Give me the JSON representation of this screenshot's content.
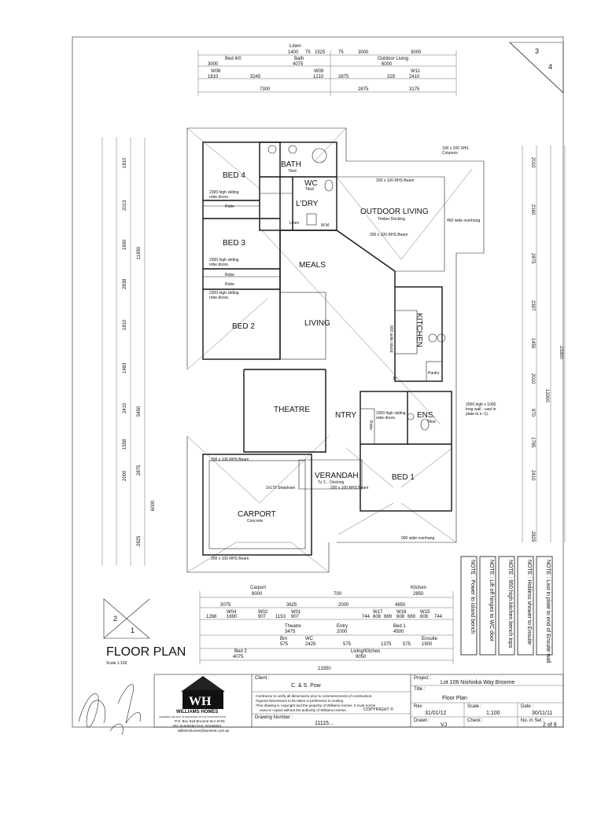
{
  "sheet": {
    "plan_title": "FLOOR PLAN",
    "scale": "Scale 1:100",
    "marker_top": {
      "a": "3",
      "b": "4"
    },
    "marker_left": {
      "a": "2",
      "b": "1"
    }
  },
  "rooms": {
    "bed4": "BED 4",
    "bath": "BATH",
    "bath_sub": "Tiled",
    "wc": "WC",
    "wc_sub": "Tiled",
    "ldry": "L'DRY",
    "linen": "Linen",
    "outdoor_living": "OUTDOOR LIVING",
    "outdoor_sub": "Timber Decking",
    "bed3": "BED 3",
    "meals": "MEALS",
    "bed2": "BED 2",
    "living": "LIVING",
    "kitchen": "KITCHEN",
    "pantry": "Pantry",
    "theatre": "THEATRE",
    "entry": "NTRY",
    "ens": "ENS.",
    "ens_sub": "Tiled",
    "verandah": "VERANDAH",
    "verandah_sub": "Tz 2... Decking",
    "bed1": "BED 1",
    "carport": "CARPORT",
    "carport_sub": "Concrete",
    "robe": "Robe",
    "wm": "W.M",
    "fr": "Fr."
  },
  "annotations": {
    "beam_200": "200 x 100 RHS Beam",
    "columns": "100 x 100 SHS\nColumns",
    "overhang_450": "450 wide overhang",
    "overhang_900": "900 wide overhang",
    "stepdown": "2x170 Stepdown",
    "robe_doors": "2300 high sliding\nrobe doors.",
    "island": "900 wide island",
    "wall_note": "2000 high x 1000\nlong wall - cast in\nplate to e~1)."
  },
  "dimensions": {
    "top_row1": [
      "Linen",
      "1400",
      "75",
      "1525",
      "75",
      "3000",
      "3000"
    ],
    "top_row2": [
      "Bed 4/0",
      "3000",
      "Bath",
      "4075",
      "Outdoor Living",
      "6000"
    ],
    "top_row3": [
      "W08",
      "1810",
      "3245",
      "W09",
      "1210",
      "2875",
      "329",
      "W11",
      "2410"
    ],
    "top_total": [
      "7300",
      "2875",
      "3175"
    ],
    "bottom_row1": [
      "Carport",
      "6000",
      "700",
      "Kitchen",
      "2850"
    ],
    "bottom_row2": [
      "3075",
      "3625",
      "2000",
      "4650"
    ],
    "bottom_row3": [
      "1268",
      "W04",
      "1690",
      "W02",
      "907",
      "1153",
      "W01",
      "907",
      "744",
      "W17",
      "608",
      "669",
      "W16",
      "608",
      "669",
      "W15",
      "608",
      "744"
    ],
    "bottom_row4": [
      "Theatre",
      "3475",
      "Entry",
      "2000",
      "Bed 1",
      "4500"
    ],
    "bottom_row5": [
      "Bm",
      "575",
      "WC",
      "2425",
      "575",
      "1375",
      "575",
      "Ensuite",
      "1900"
    ],
    "bottom_row6": [
      "Bed 2",
      "4075",
      "Living/Kitchen",
      "9050"
    ],
    "bottom_total": "13350",
    "left_side": [
      "1810",
      "2013",
      "1690",
      "2838",
      "1810",
      "1483",
      "2410",
      "1558",
      "2000",
      "2825"
    ],
    "left_totals": [
      "11850",
      "5450",
      "2875",
      "6000"
    ],
    "right_side": [
      "2010",
      "2160",
      "2875",
      "2397",
      "1450",
      "2010",
      "970",
      "1785",
      "2410",
      "2825"
    ],
    "right_totals": [
      "23300",
      "12000"
    ]
  },
  "notes": [
    "NOTE : Power to island bench",
    "NOTE : Lift off hinges to WC door",
    "NOTE : 950 high kitchen bench tops",
    "NOTE : Hobless shower to Ensuite",
    "NOTE : Last in plate to end of Ensuite wall"
  ],
  "title_block": {
    "company": "WILLIAMS HOMES",
    "tagline": "LEADERS THE WAY IN ARCHITECT STYLE CONSTRUCTION",
    "address": "P.O. Box 918 Broome W.A 6725",
    "phone": "PH: 91935383    FAX: 91935053",
    "email": "williamshomes@westnet.com.au",
    "client_label": "Client :",
    "client": "C. & S. Pow",
    "disclaimer1": "-Contractor to verify all dimensions prior to commencement of construction.",
    "disclaimer2": "-Figured dimensions to be taken in preference to scaling.",
    "disclaimer3": "-This drawing is copyright and the property of Williams Homes. It must not be",
    "disclaimer4": "used or copied without the authority of Williams Homes.",
    "copyright": "COPYRIGHT ©",
    "drawing_number_label": "Drawing Number :",
    "drawing_number": "11115...",
    "project_label": "Project :",
    "project": "Lot 106 Nishioka Way Broome",
    "title_label": "Title :",
    "title": "Floor Plan",
    "rev_label": "Rev",
    "rev": "31/01/12",
    "scale_label": "Scale :",
    "scale": "1:100",
    "date_label": "Date :",
    "date": "30/11/11",
    "drawn_label": "Drawn :",
    "drawn": "VJ",
    "check_label": "Check :",
    "set_label": "No. in Set :",
    "set": "2 of 9"
  }
}
